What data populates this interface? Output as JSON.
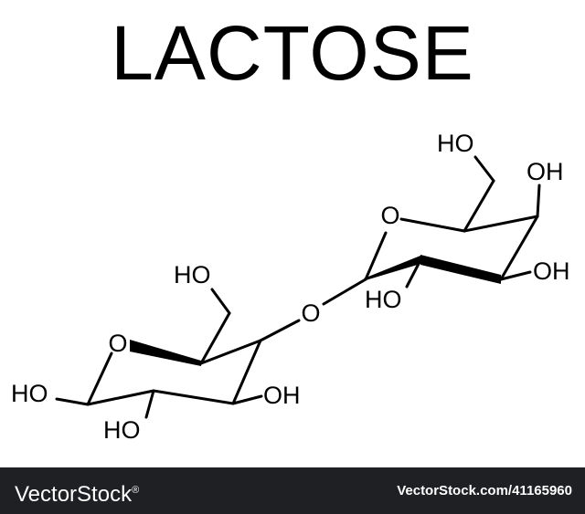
{
  "title": "LACTOSE",
  "molecule": {
    "ring_oxygen_glucose": "O",
    "ring_oxygen_galactose": "O",
    "glycosidic_oxygen": "O",
    "labels": {
      "galactose_ch2oh": "HO",
      "galactose_c4_oh": "OH",
      "galactose_c3_oh": "OH",
      "galactose_c2_oh": "HO",
      "glucose_ch2oh": "HO",
      "glucose_anomeric_oh": "HO",
      "glucose_c2_oh": "HO",
      "glucose_c3_oh": "OH"
    }
  },
  "footer": {
    "brand": "VectorStock",
    "registered_mark": "®",
    "url": "VectorStock.com/41165960"
  },
  "colors": {
    "background": "#ffffff",
    "ink": "#000000",
    "footer_bar": "#1f2024",
    "footer_text": "#ffffff"
  }
}
